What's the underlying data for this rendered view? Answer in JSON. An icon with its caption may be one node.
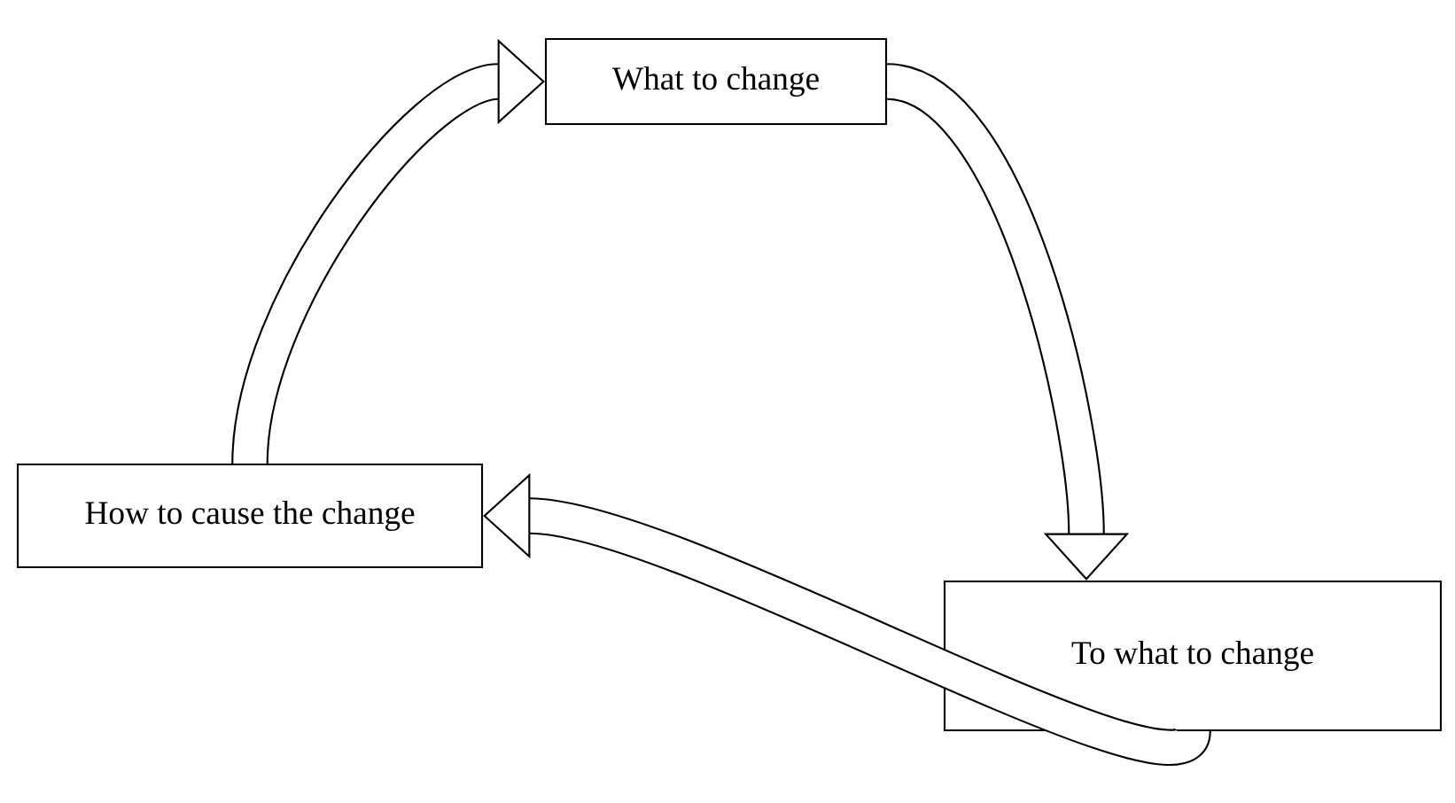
{
  "diagram": {
    "nodes": [
      {
        "text": [
          "What to change"
        ]
      },
      {
        "text": [
          "How to cause the change"
        ]
      },
      {
        "text": [
          "To what to change"
        ]
      }
    ],
    "edges": [
      {
        "from": 0,
        "to": 2,
        "arrow": "to"
      },
      {
        "from": 2,
        "to": 1,
        "arrow": "to"
      },
      {
        "from": 1,
        "to": 0,
        "arrow": "to"
      }
    ]
  }
}
